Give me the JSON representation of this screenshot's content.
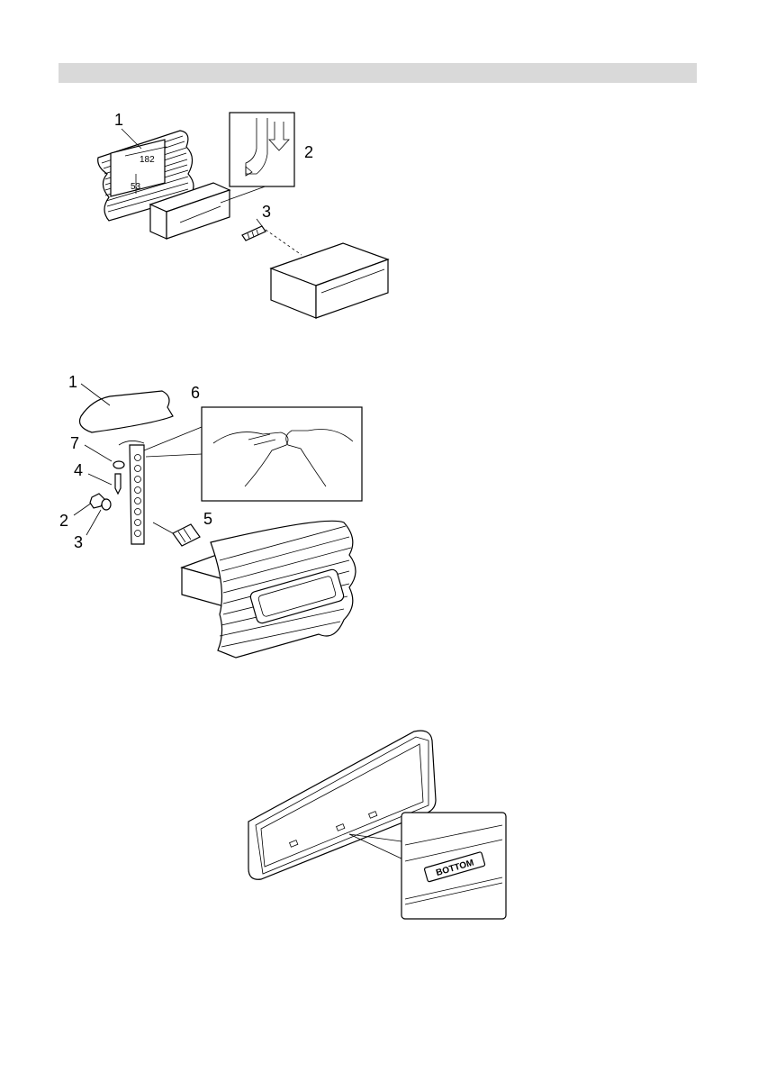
{
  "figure1": {
    "labels": [
      "1",
      "2",
      "3"
    ],
    "dimensions": {
      "width": "182",
      "height": "53"
    }
  },
  "figure2": {
    "labels": [
      "1",
      "2",
      "3",
      "4",
      "5",
      "6",
      "7"
    ]
  },
  "figure3": {
    "bottom_label": "BOTTOM"
  }
}
